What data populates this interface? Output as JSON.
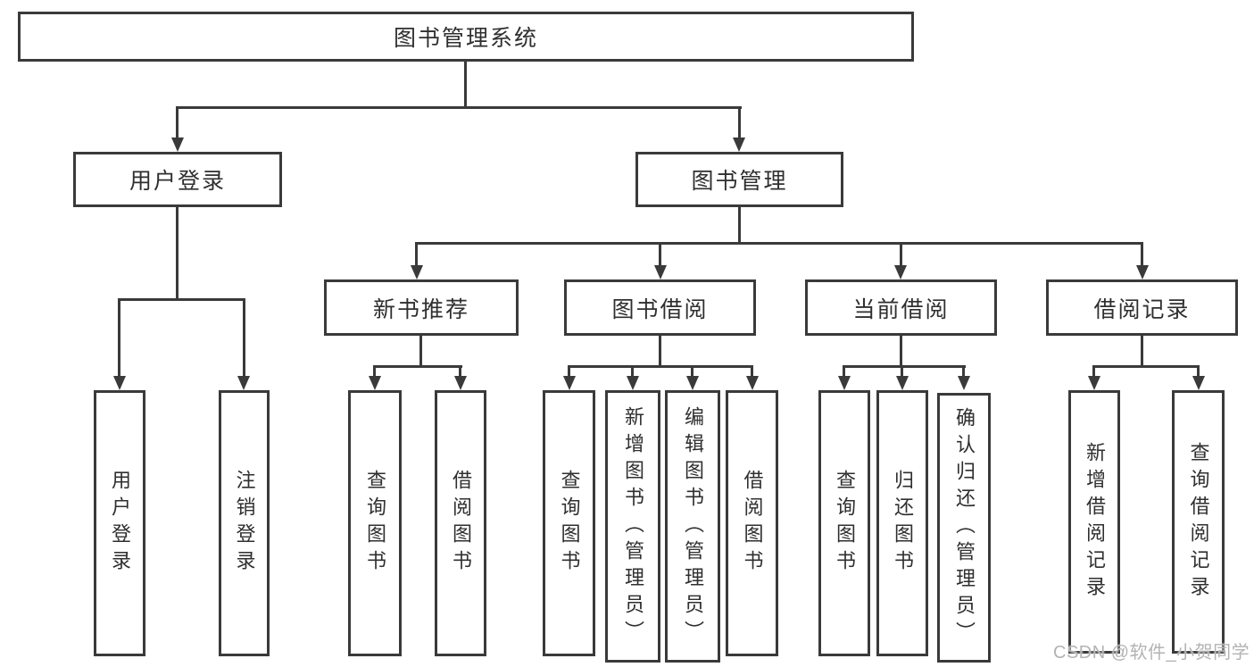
{
  "tree": {
    "label": "图书管理系统",
    "children": [
      {
        "label": "用户登录",
        "children": [
          {
            "label": "用户登录"
          },
          {
            "label": "注销登录"
          }
        ]
      },
      {
        "label": "图书管理",
        "children": [
          {
            "label": "新书推荐",
            "children": [
              {
                "label": "查询图书"
              },
              {
                "label": "借阅图书"
              }
            ]
          },
          {
            "label": "图书借阅",
            "children": [
              {
                "label": "查询图书"
              },
              {
                "label": "新增图书（管理员）"
              },
              {
                "label": "编辑图书（管理员）"
              },
              {
                "label": "借阅图书"
              }
            ]
          },
          {
            "label": "当前借阅",
            "children": [
              {
                "label": "查询图书"
              },
              {
                "label": "归还图书"
              },
              {
                "label": "确认归还（管理员）"
              }
            ]
          },
          {
            "label": "借阅记录",
            "children": [
              {
                "label": "新增借阅记录"
              },
              {
                "label": "查询借阅记录"
              }
            ]
          }
        ]
      }
    ]
  },
  "watermark": {
    "text": "CSDN @软件_小贺同学"
  },
  "colors": {
    "line": "#3a3a3a",
    "box_border": "#3a3a3a",
    "text": "#2f2f2f",
    "watermark": "#b3b3b3",
    "background": "#ffffff"
  }
}
